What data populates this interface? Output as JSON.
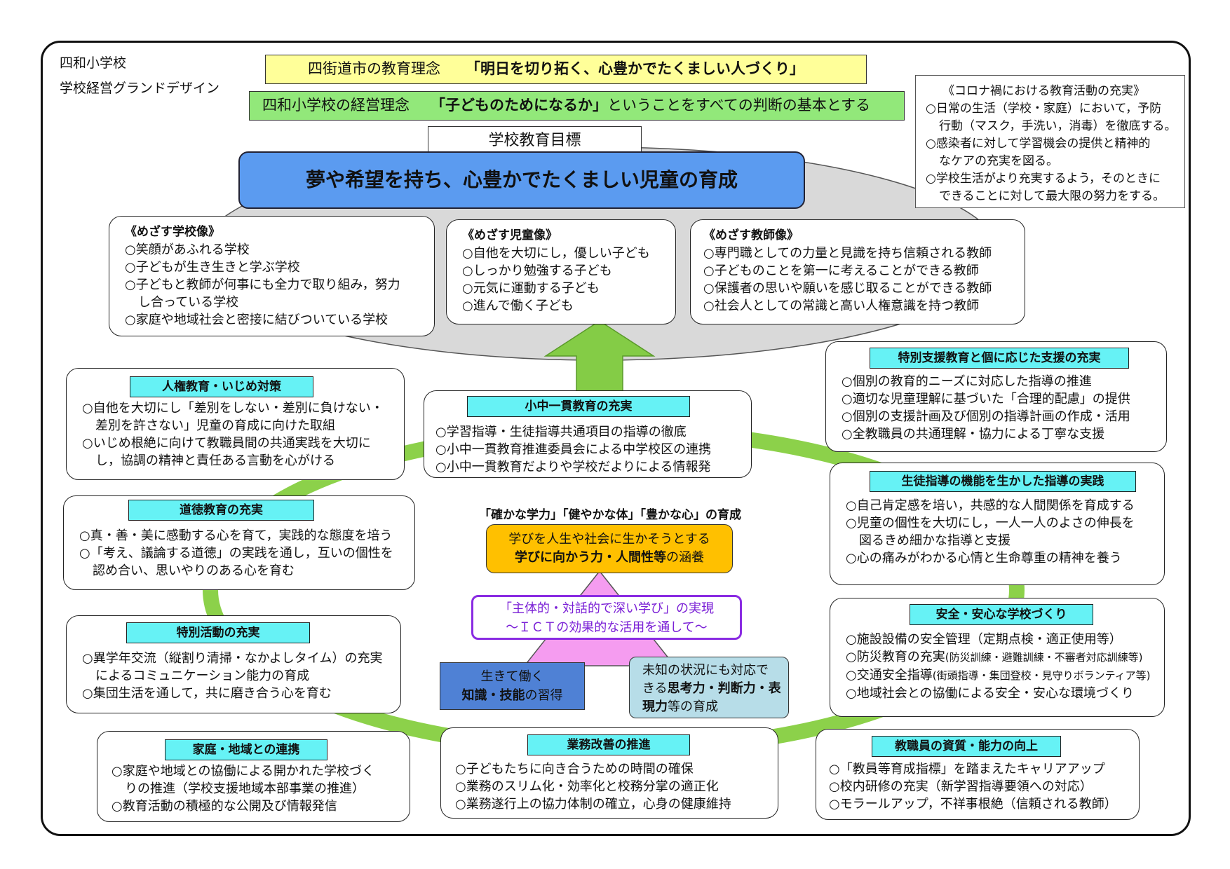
{
  "school": {
    "name": "四和小学校",
    "doc_title": "学校経営グランドデザイン"
  },
  "city_philosophy": {
    "label": "四街道市の教育理念",
    "text": "「明日を切り拓く、心豊かでたくましい人づくり」"
  },
  "school_philosophy": {
    "label": "四和小学校の経営理念",
    "emphasis": "「子どものためになるか」",
    "text": "ということをすべての判断の基本とする"
  },
  "goal": {
    "label": "学校教育目標",
    "text": "夢や希望を持ち、心豊かでたくましい児童の育成"
  },
  "corona": {
    "title": "《コロナ禍における教育活動の充実》",
    "lines": [
      "○日常の生活（学校・家庭）において，予防",
      "行動（マスク，手洗い，消毒）を徹底する。",
      "○感染者に対して学習機会の提供と精神的",
      "なケアの充実を図る。",
      "○学校生活がより充実するよう，そのときに",
      "できることに対して最大限の努力をする。"
    ]
  },
  "ideal_school": {
    "title": "《めざす学校像》",
    "lines": [
      "○笑顔があふれる学校",
      "○子どもが生き生きと学ぶ学校",
      "○子どもと教師が何事にも全力で取り組み，努力",
      "し合っている学校",
      "○家庭や地域社会と密接に結びついている学校"
    ]
  },
  "ideal_child": {
    "title": "《めざす児童像》",
    "lines": [
      "○自他を大切にし，優しい子ども",
      "○しっかり勉強する子ども",
      "○元気に運動する子ども",
      "○進んで働く子ども"
    ]
  },
  "ideal_teacher": {
    "title": "《めざす教師像》",
    "lines": [
      "○専門職としての力量と見識を持ち信頼される教師",
      "○子どものことを第一に考えることができる教師",
      "○保護者の思いや願いを感じ取ることができる教師",
      "○社会人としての常識と高い人権意識を持つ教師"
    ]
  },
  "human_rights": {
    "title": "人権教育・いじめ対策",
    "lines": [
      "○自他を大切にし「差別をしない・差別に負けない・",
      "差別を許さない」児童の育成に向けた取組",
      "○いじめ根絶に向けて教職員間の共通実践を大切に",
      "し，協調の精神と責任ある言動を心がける"
    ]
  },
  "k9": {
    "title": "小中一貫教育の充実",
    "lines": [
      "○学習指導・生徒指導共通項目の指導の徹底",
      "○小中一貫教育推進委員会による中学校区の連携",
      "○小中一貫教育だよりや学校だよりによる情報発"
    ]
  },
  "special_support": {
    "title": "特別支援教育と個に応じた支援の充実",
    "lines": [
      "○個別の教育的ニーズに対応した指導の推進",
      "○適切な児童理解に基づいた「合理的配慮」の提供",
      "○個別の支援計画及び個別の指導計画の作成・活用",
      "○全教職員の共通理解・協力による丁寧な支援"
    ]
  },
  "moral": {
    "title": "道徳教育の充実",
    "lines": [
      "○真・善・美に感動する心を育て，実践的な態度を培う",
      "○「考え、議論する道徳」の実践を通し，互いの個性を",
      "認め合い、思いやりのある心を育む"
    ]
  },
  "guidance": {
    "title": "生徒指導の機能を生かした指導の実践",
    "lines": [
      "○自己肯定感を培い，共感的な人間関係を育成する",
      "○児童の個性を大切にし，一人一人のよさの伸長を",
      "図るきめ細かな指導と支援",
      "○心の痛みがわかる心情と生命尊重の精神を養う"
    ]
  },
  "center": {
    "heading": "「確かな学力」「健やかな体」「豊かな心」の育成",
    "top": {
      "line1": "学びを人生や社会に生かそうとする",
      "bold": "学びに向かう力・人間性等",
      "suffix": "の涵養"
    },
    "active": {
      "line1": "「主体的・対話的で深い学び」の実現",
      "line2": "～ＩＣＴの効果的な活用を通して～"
    },
    "left": {
      "line1": "生きて働く",
      "bold": "知識・技能",
      "suffix": "の習得"
    },
    "right": {
      "line1": "未知の状況にも対応で",
      "pre": "きる",
      "bold1": "思考力・判断力・表",
      "bold2": "現力",
      "suffix": "等の育成"
    }
  },
  "special_activities": {
    "title": "特別活動の充実",
    "lines": [
      "○異学年交流（縦割り清掃・なかよしタイム）の充実",
      "によるコミュニケーション能力の育成",
      "○集団生活を通して，共に磨き合う心を育む"
    ]
  },
  "safety": {
    "title": "安全・安心な学校づくり",
    "lines": [
      "○施設設備の安全管理（定期点検・適正使用等）",
      "○防災教育の充実",
      "(防災訓練・避難訓練・不審者対応訓練等)",
      "○交通安全指導",
      "(街頭指導・集団登校・見守りボランティア等)",
      "○地域社会との協働による安全・安心な環境づくり"
    ]
  },
  "community": {
    "title": "家庭・地域との連携",
    "lines": [
      "○家庭や地域との協働による開かれた学校づく",
      "りの推進（学校支援地域本部事業の推進）",
      "○教育活動の積極的な公開及び情報発信"
    ]
  },
  "work_reform": {
    "title": "業務改善の推進",
    "lines": [
      "○子どもたちに向き合うための時間の確保",
      "○業務のスリム化・効率化と校務分掌の適正化",
      "○業務遂行上の協力体制の確立，心身の健康維持"
    ]
  },
  "staff": {
    "title": "教職員の資質・能力の向上",
    "lines": [
      "○「教員等育成指標」を踏まえたキャリアアップ",
      "○校内研修の充実（新学習指導要領への対応）",
      "○モラールアップ，不祥事根絶（信頼される教師）"
    ]
  },
  "colors": {
    "ring": "#8cd14a",
    "arrow": "#84cc46",
    "ellipse": "#d9d9d9",
    "goal": "#5b9bf0",
    "city": "#ffff99",
    "school": "#92e87a",
    "tag": "#66f2f5",
    "top_box": "#ffc000",
    "triangle": "#f59cf0",
    "active_border": "#8a2be2",
    "knowledge": "#4f81d5",
    "thinking": "#b7dde8"
  }
}
